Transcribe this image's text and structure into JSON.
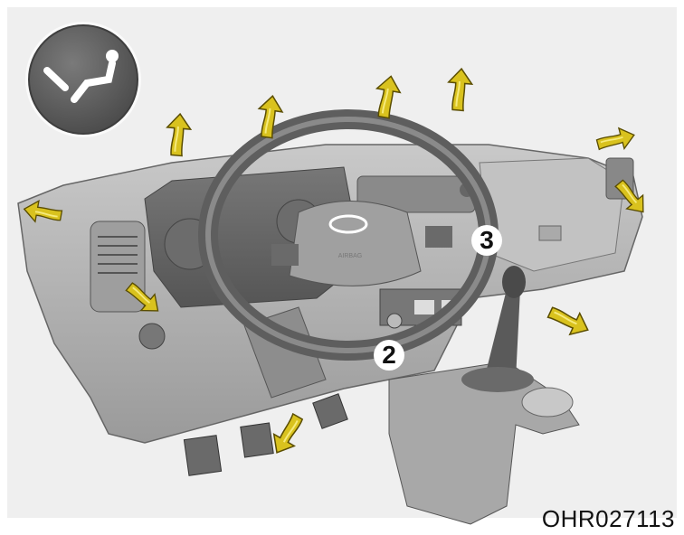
{
  "figure": {
    "mode_icon": "floor-and-face-vent-mode-icon",
    "callouts": [
      "2",
      "3"
    ],
    "airbag_label": "AIRBAG",
    "code": "OHR027113",
    "colors": {
      "arrow": "#d9c21e",
      "arrow_outline": "#5a4d00",
      "icon_bg": "#5e5e5e",
      "background": "#efefef"
    }
  }
}
